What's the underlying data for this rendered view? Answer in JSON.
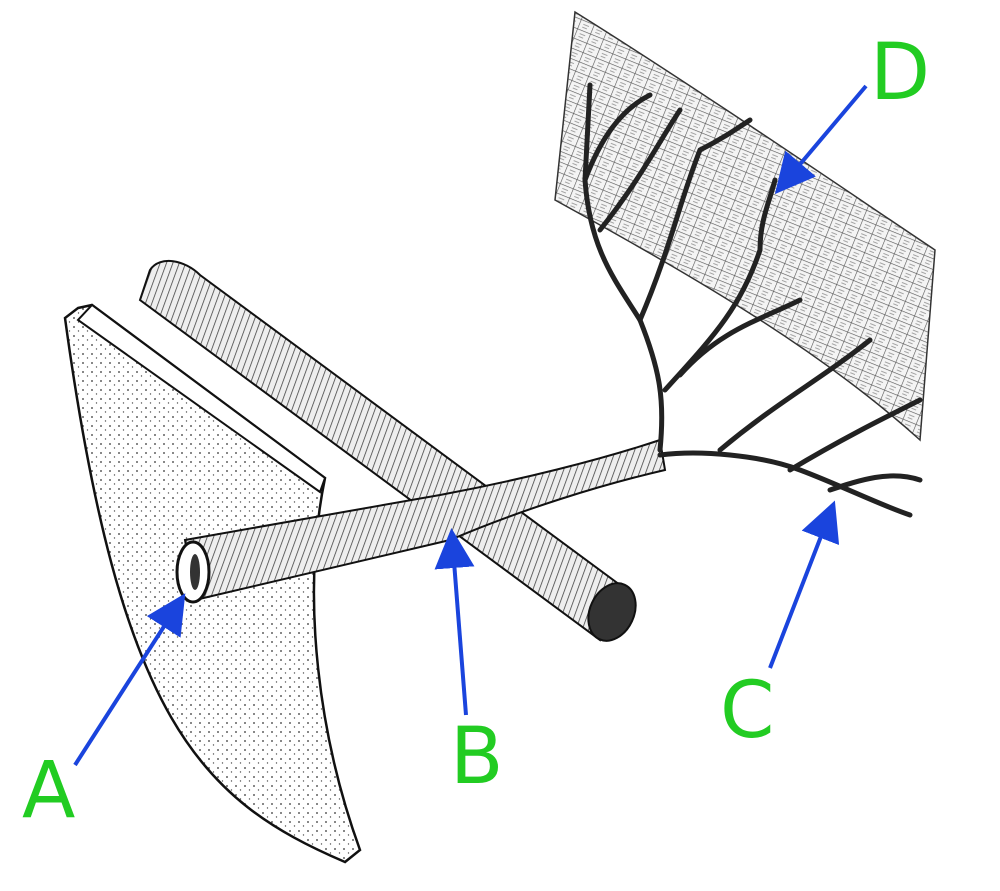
{
  "diagram": {
    "labels": {
      "a": "A",
      "b": "B",
      "c": "C",
      "d": "D"
    },
    "colors": {
      "label": "#22cc22",
      "arrow": "#1a44dd",
      "ink": "#222222"
    }
  }
}
